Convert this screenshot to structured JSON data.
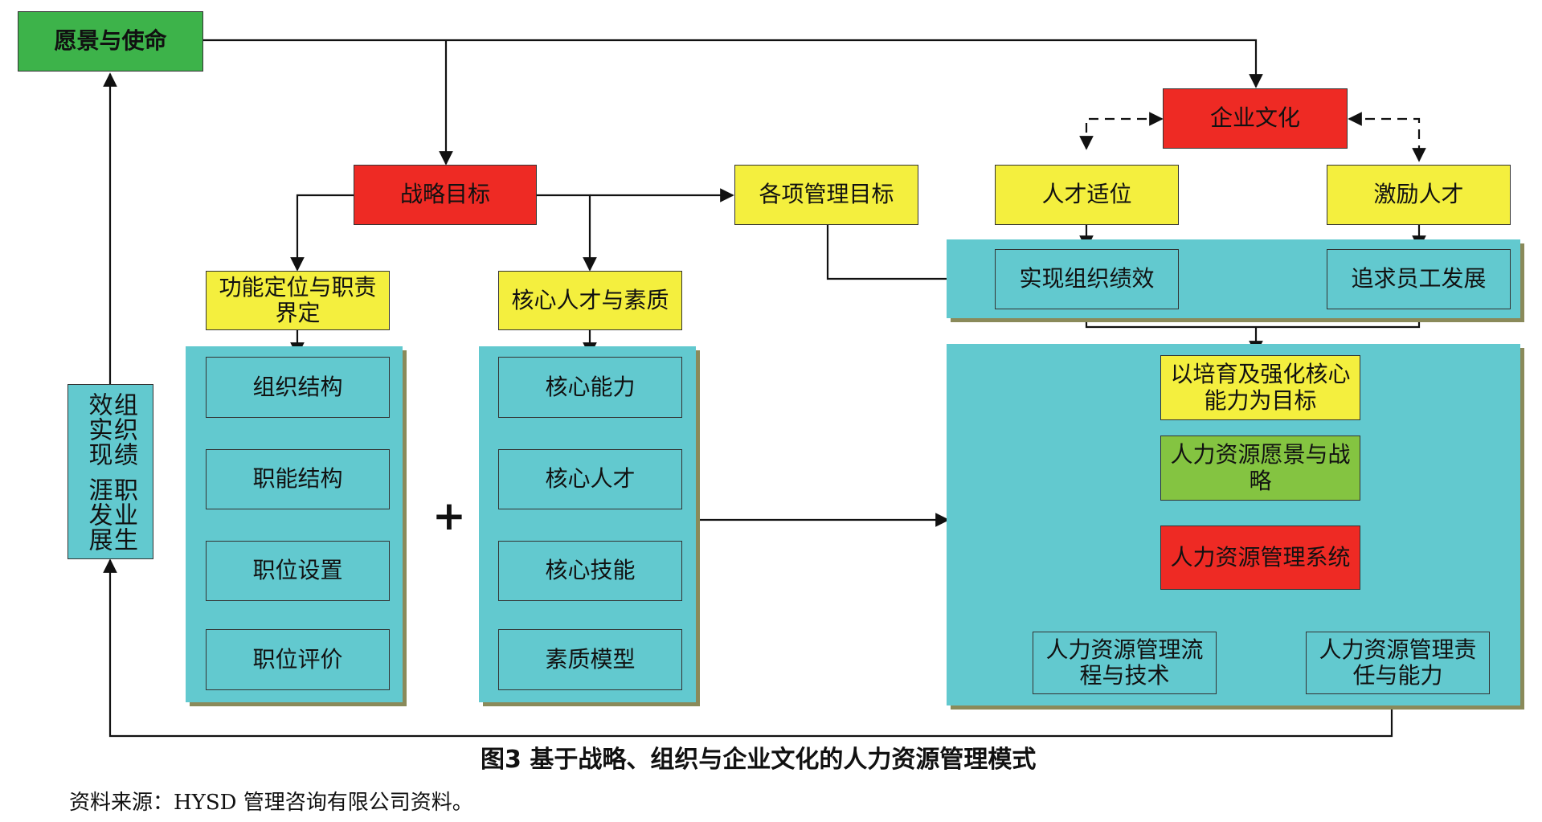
{
  "nodes": {
    "vision": "愿景与使命",
    "strategy_goal": "战略目标",
    "mgmt_goals": "各项管理目标",
    "corp_culture": "企业文化",
    "talent_fit": "人才适位",
    "motivate_talent": "激励人才",
    "org_performance": "实现组织绩效",
    "employee_dev": "追求员工发展",
    "function_def": "功能定位与职责界定",
    "core_talent_quality": "核心人才与素质",
    "org_structure": "组织结构",
    "function_structure": "职能结构",
    "position_setting": "职位设置",
    "position_eval": "职位评价",
    "core_ability": "核心能力",
    "core_talent": "核心人才",
    "core_skill": "核心技能",
    "quality_model": "素质模型",
    "cultivate_core": "以培育及强化核心能力为目标",
    "hr_vision_strategy": "人力资源愿景与战略",
    "hr_mgmt_system": "人力资源管理系统",
    "hr_process_tech": "人力资源管理流程与技术",
    "hr_resp_ability": "人力资源管理责任与能力",
    "feedback_col1": "组织绩效实现",
    "feedback_col2": "职业生涯发展"
  },
  "plus_sign": "+",
  "caption": "图3  基于战略、组织与企业文化的人力资源管理模式",
  "source": "资料来源：HYSD 管理咨询有限公司资料。",
  "colors": {
    "green": "#3db34a",
    "light_green": "#84c441",
    "red": "#ee2a24",
    "yellow": "#f4ef3e",
    "teal": "#62c9cf"
  }
}
